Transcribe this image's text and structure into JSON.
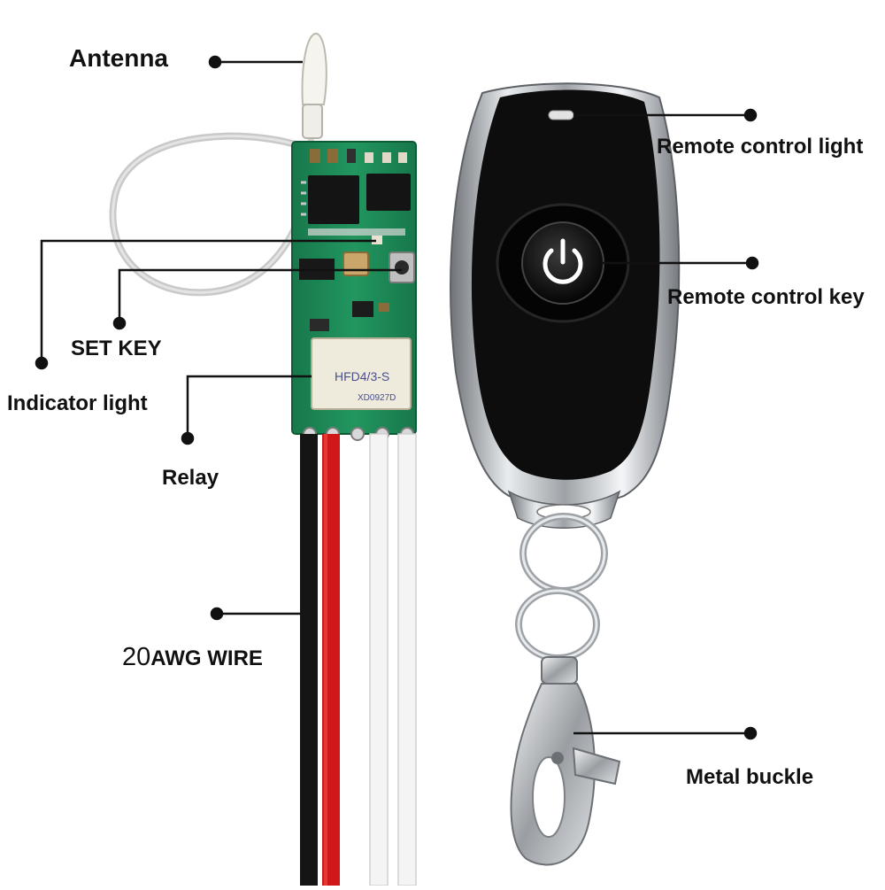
{
  "labels": {
    "antenna": "Antenna",
    "set_key": "SET KEY",
    "indicator_light": "Indicator light",
    "relay": "Relay",
    "wire_num": "20",
    "wire_text": "AWG WIRE",
    "remote_light": "Remote control light",
    "remote_key": "Remote control key",
    "metal_buckle": "Metal buckle"
  },
  "relay_marking": {
    "line1": "HFD4/3-S",
    "line2": "XD0927D"
  },
  "colors": {
    "pcb_green": "#1f8a5a",
    "wire_black": "#151515",
    "wire_red": "#d01818",
    "wire_white": "#f4f4f4",
    "antenna_grey": "#c9c9c9",
    "remote_body": "#0d0d0d",
    "chrome": "#b9bcc0",
    "power_icon": "#ffffff"
  },
  "icons": {
    "remote_button": "power-icon"
  }
}
